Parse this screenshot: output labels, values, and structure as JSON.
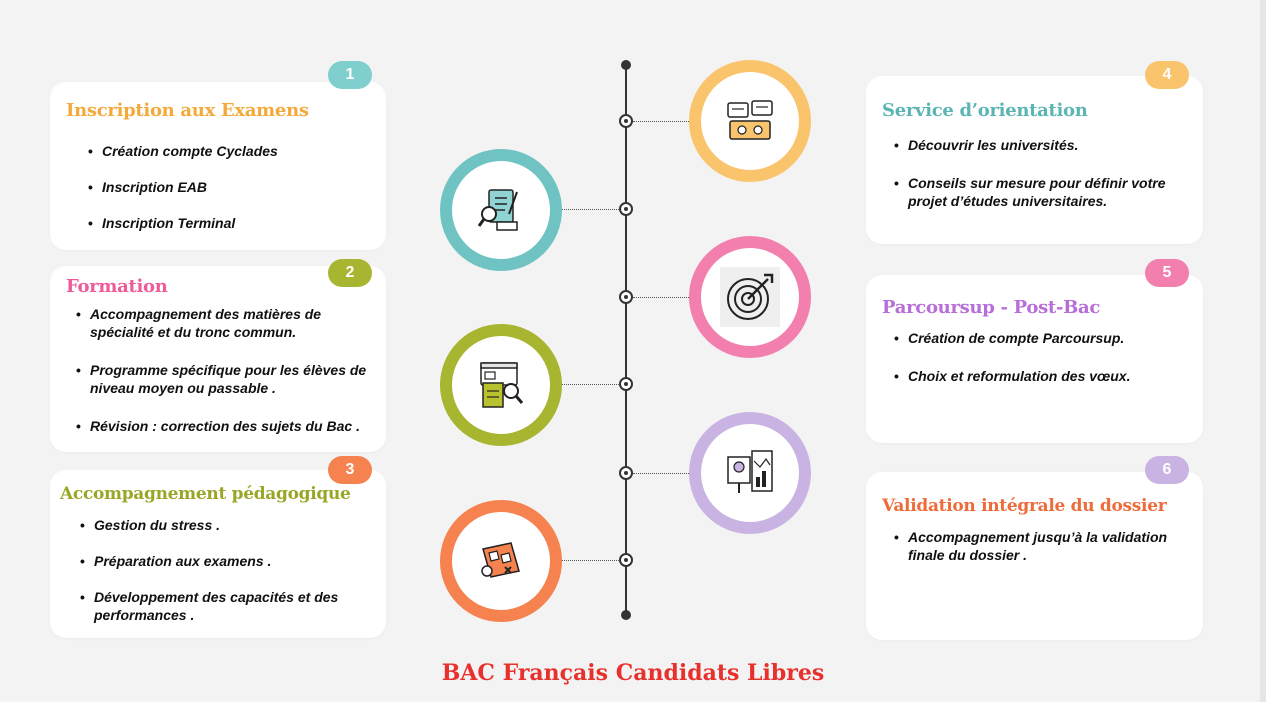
{
  "footer": {
    "title": "BAC Français Candidats Libres"
  },
  "colors": {
    "yellow": "#f9c46b",
    "pink": "#f27fae",
    "green": "#a8b531",
    "teal": "#6fc3c3",
    "purple": "#c9b3e2",
    "orange": "#f5824f",
    "title_yellow": "#f4a93b",
    "title_pink": "#ee5b98",
    "title_green": "#9aa627",
    "title_teal": "#5cb5b5",
    "title_purple": "#b86ed8",
    "title_orange": "#ef6b3a",
    "footer_red": "#e8312c"
  },
  "steps": [
    {
      "number": "1",
      "title": "Inscription aux Examens",
      "items": [
        "Création compte Cyclades",
        "Inscription  EAB",
        "Inscription Terminal"
      ]
    },
    {
      "number": "2",
      "title": "Formation",
      "items": [
        "Accompagnement des matières de spécialité et du tronc commun.",
        "Programme spécifique pour les élèves de niveau moyen ou passable .",
        "Révision : correction des sujets du Bac ."
      ]
    },
    {
      "number": "3",
      "title": "Accompagnement  pédagogique",
      "items": [
        "Gestion du stress .",
        "Préparation aux examens .",
        " Développement des capacités et des performances ."
      ]
    },
    {
      "number": "4",
      "title": "Service d’orientation",
      "items": [
        "Découvrir les universités.",
        "Conseils sur mesure pour définir votre projet d’études universitaires."
      ]
    },
    {
      "number": "5",
      "title": "Parcoursup - Post-Bac",
      "items": [
        "Création de compte Parcoursup.",
        "Choix et reformulation des vœux."
      ]
    },
    {
      "number": "6",
      "title": "Validation intégrale du dossier",
      "items": [
        "Accompagnement jusqu’à la validation finale du dossier ."
      ]
    }
  ],
  "icons": [
    "checklist-magnifier-icon",
    "target-icon",
    "documents-magnifier-icon",
    "presentation-chart-icon",
    "orientation-dashboard-icon",
    "puzzle-plan-icon"
  ]
}
